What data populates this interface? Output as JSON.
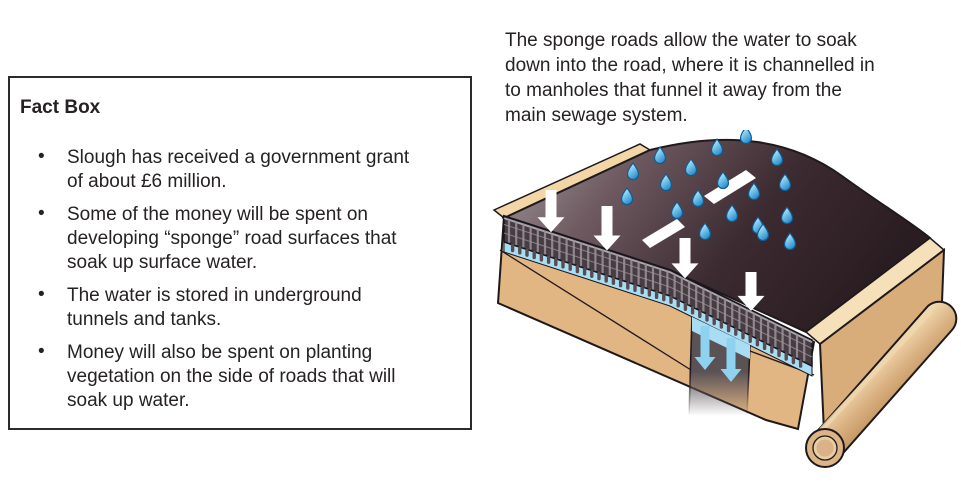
{
  "fact_box": {
    "title": "Fact Box",
    "bullets": [
      {
        "lines": [
          "Slough has received a government grant",
          "of about £6 million."
        ]
      },
      {
        "lines": [
          "Some of the money will be spent on",
          "developing “sponge” road surfaces that",
          "soak up surface water."
        ]
      },
      {
        "lines": [
          "The water is stored in underground",
          "tunnels and tanks."
        ]
      },
      {
        "lines": [
          "Money will also be spent on planting",
          "vegetation on the side of roads that will",
          "soak up water."
        ]
      }
    ]
  },
  "caption": {
    "lines": [
      "The sponge roads allow the water to soak",
      "down into the road, where it is channelled in",
      "to manholes that funnel it away from the",
      "main sewage system."
    ]
  },
  "illustration": {
    "raindrop_count": 19,
    "white_arrow_count": 4,
    "water_arrow_count": 2,
    "lane_dash_count": 2,
    "colors": {
      "earth": "#e2b683",
      "earth_light": "#f6e0ba",
      "earth_right": "#d9ad79",
      "earth_back_edge": "#f3d6a6",
      "road_light": "#a39ba0",
      "road_dark": "#2a1d22",
      "outline": "#1f191c",
      "mesh_dark": "#463c42",
      "mesh_light": "#9b939a",
      "mesh_highlight": "#b9b2b8",
      "peg": "#564c52",
      "water": "#a9ddf3",
      "water_arrow": "#8fd2ef",
      "drain": "#5b5256",
      "lane_marking": "#ffffff",
      "white_arrow": "#ffffff",
      "raindrop_light": "#dbf2fc",
      "raindrop_dark": "#1e86c8",
      "raindrop_outline": "#0d5c95",
      "pipe": "#dcb485",
      "pipe_light": "#f0d7ae",
      "pipe_inner": "#e8cda3",
      "text": "#262223",
      "box_border": "#2e2a2b"
    }
  }
}
